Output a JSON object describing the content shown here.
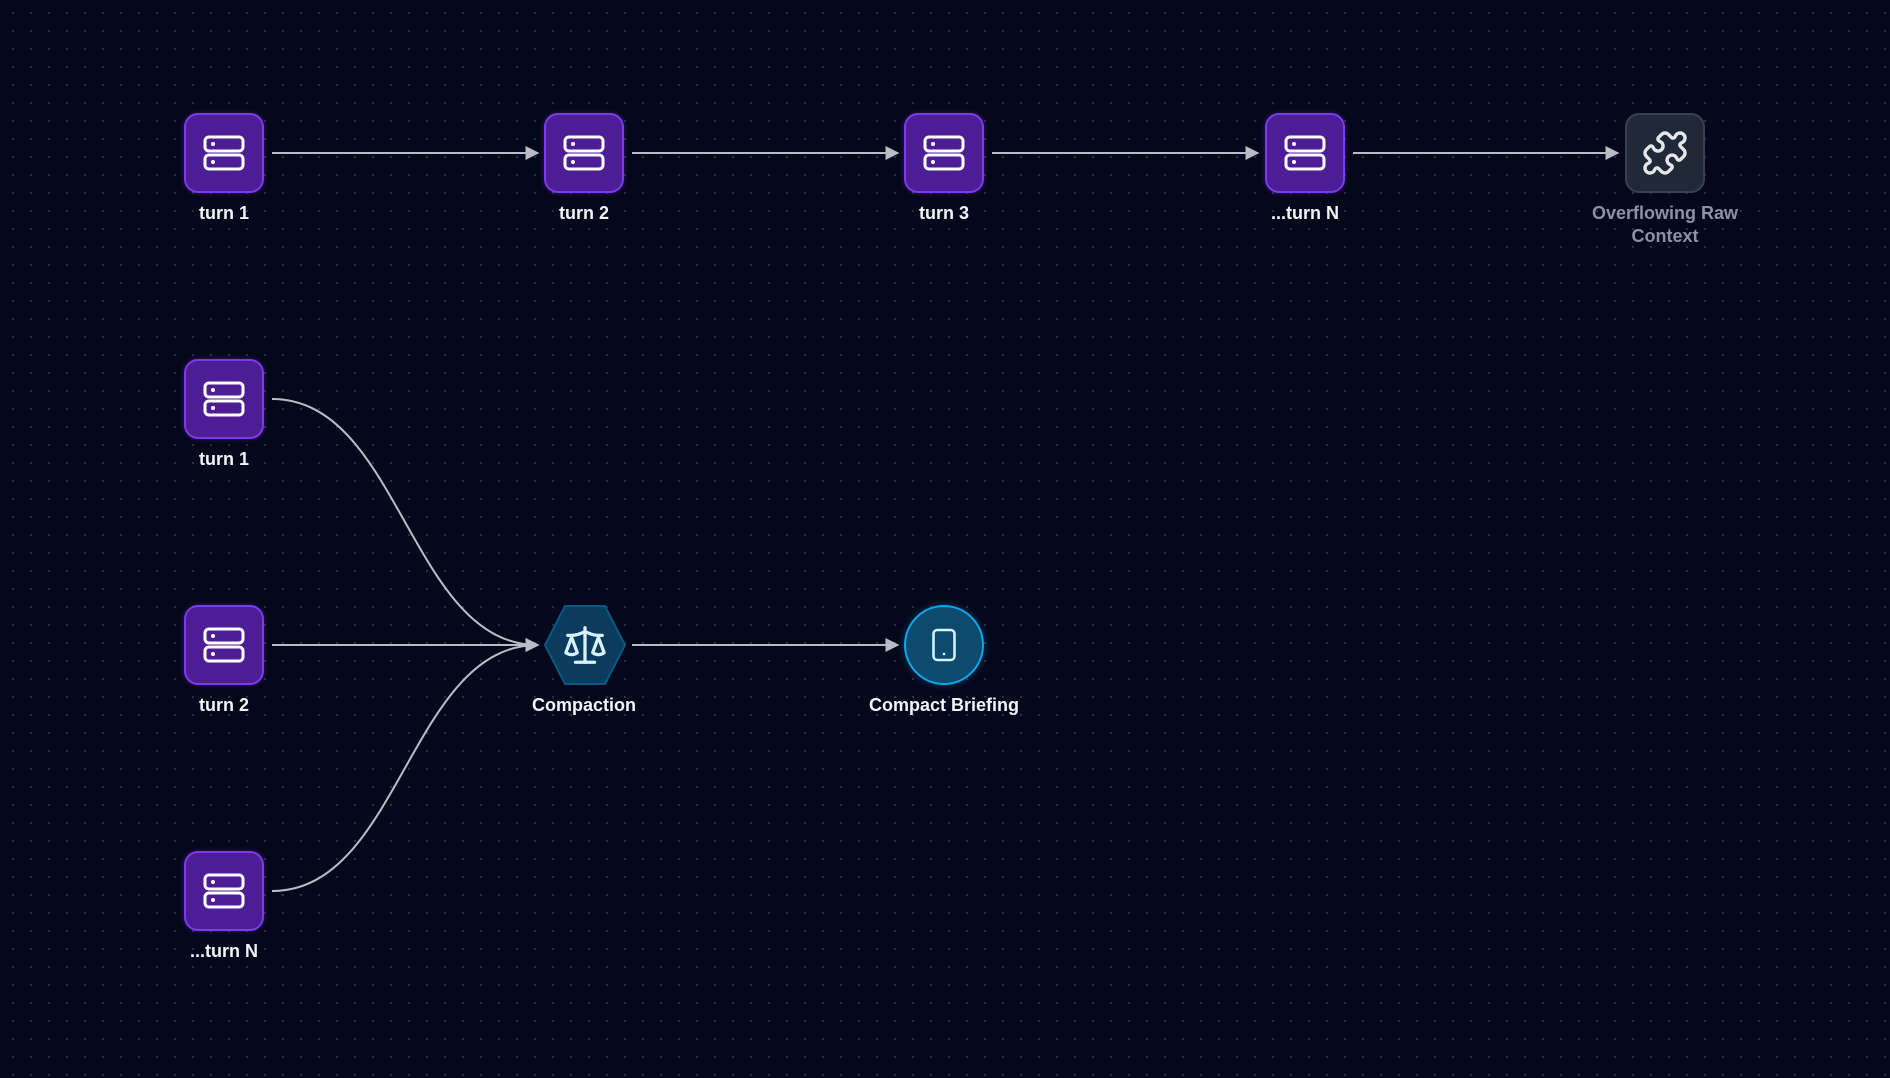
{
  "diagram": {
    "colors": {
      "background": "#05071a",
      "db_fill": "#4c1d95",
      "db_border": "#7c3aed",
      "puzzle_fill": "#1f2937",
      "hex_fill": "#0b3c5d",
      "phone_fill": "#0c4a6e",
      "edge": "#b8bcc6"
    },
    "top_flow": {
      "nodes": [
        {
          "id": "top-turn-1",
          "icon": "database-icon",
          "label": "turn 1"
        },
        {
          "id": "top-turn-2",
          "icon": "database-icon",
          "label": "turn 2"
        },
        {
          "id": "top-turn-3",
          "icon": "database-icon",
          "label": "turn 3"
        },
        {
          "id": "top-turn-n",
          "icon": "database-icon",
          "label": "...turn N"
        },
        {
          "id": "overflow",
          "icon": "puzzle-icon",
          "label": "Overflowing Raw Context"
        }
      ]
    },
    "bottom_flow": {
      "inputs": [
        {
          "id": "bottom-turn-1",
          "icon": "database-icon",
          "label": "turn 1"
        },
        {
          "id": "bottom-turn-2",
          "icon": "database-icon",
          "label": "turn 2"
        },
        {
          "id": "bottom-turn-n",
          "icon": "database-icon",
          "label": "...turn N"
        }
      ],
      "compaction": {
        "id": "compaction",
        "icon": "scale-icon",
        "label": "Compaction"
      },
      "output": {
        "id": "compact-briefing",
        "icon": "tablet-icon",
        "label": "Compact Briefing"
      }
    },
    "edges": [
      {
        "from": "top-turn-1",
        "to": "top-turn-2"
      },
      {
        "from": "top-turn-2",
        "to": "top-turn-3"
      },
      {
        "from": "top-turn-3",
        "to": "top-turn-n"
      },
      {
        "from": "top-turn-n",
        "to": "overflow"
      },
      {
        "from": "bottom-turn-1",
        "to": "compaction"
      },
      {
        "from": "bottom-turn-2",
        "to": "compaction"
      },
      {
        "from": "bottom-turn-n",
        "to": "compaction"
      },
      {
        "from": "compaction",
        "to": "compact-briefing"
      }
    ]
  }
}
